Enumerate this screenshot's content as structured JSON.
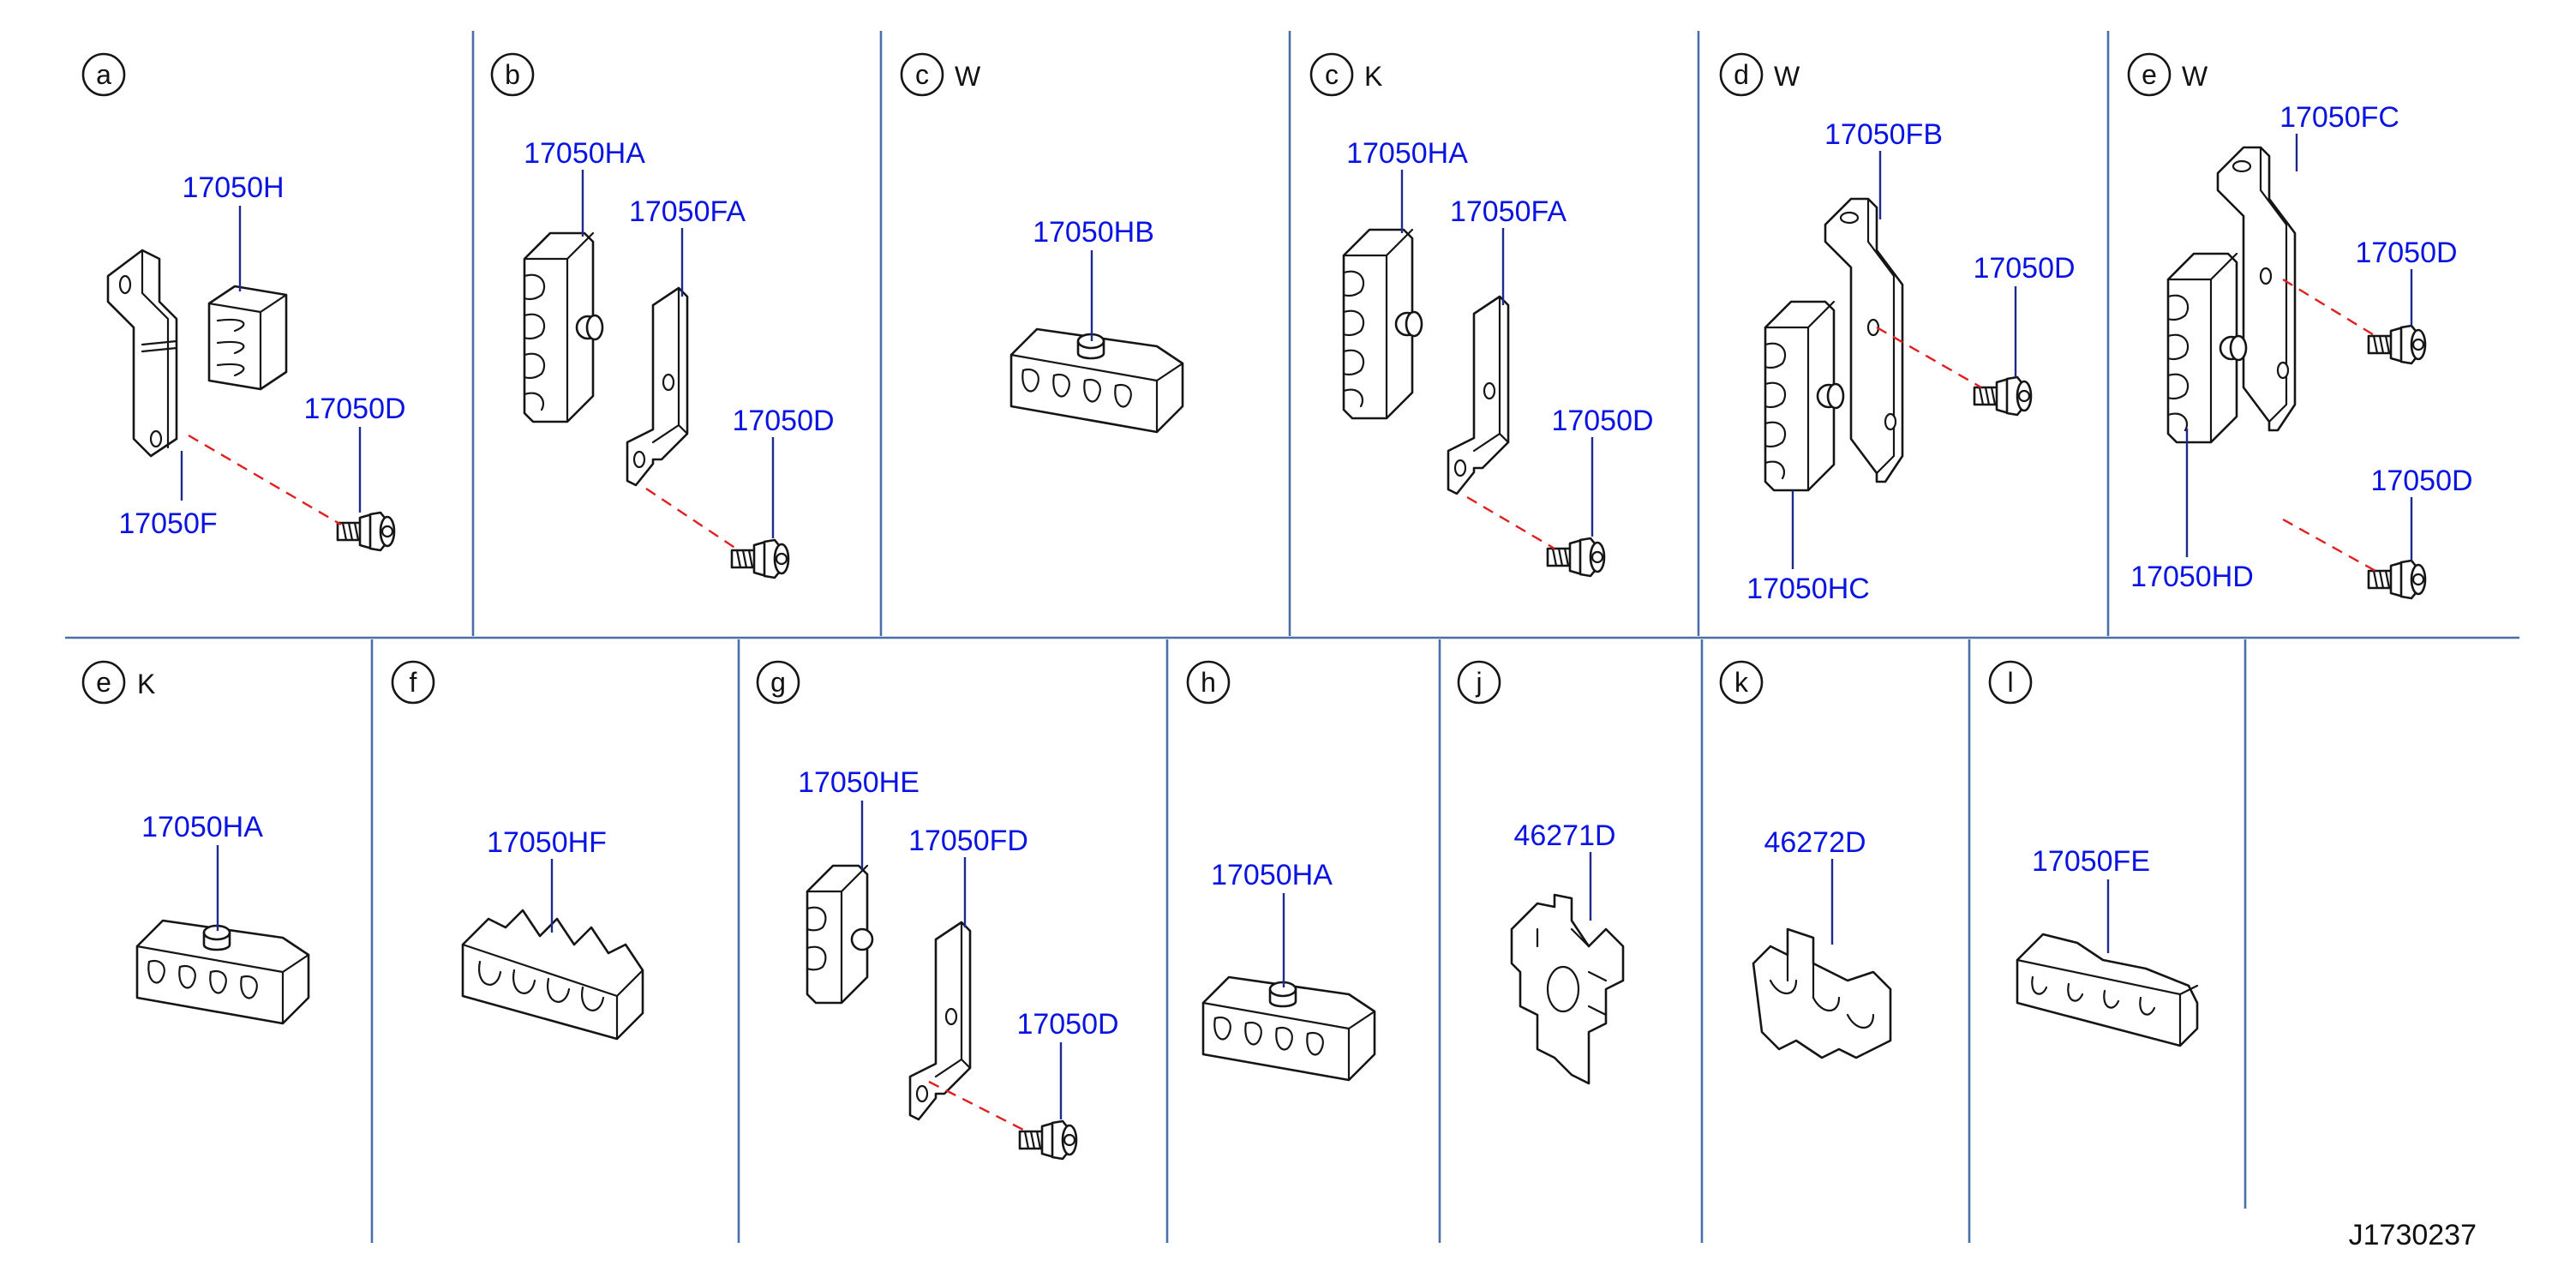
{
  "figure": {
    "reference_code": "J1730237"
  },
  "colors": {
    "label_blue": "#0a14e0",
    "divider_blue": "#4a6ea8",
    "dash_red": "#e02020",
    "line_black": "#151515"
  },
  "panels": [
    {
      "id": "a",
      "letter": "a",
      "variant": "",
      "labels": [
        "17050H",
        "17050D",
        "17050F"
      ]
    },
    {
      "id": "b",
      "letter": "b",
      "variant": "",
      "labels": [
        "17050HA",
        "17050FA",
        "17050D"
      ]
    },
    {
      "id": "cW",
      "letter": "c",
      "variant": "W",
      "labels": [
        "17050HB"
      ]
    },
    {
      "id": "cK",
      "letter": "c",
      "variant": "K",
      "labels": [
        "17050HA",
        "17050FA",
        "17050D"
      ]
    },
    {
      "id": "dW",
      "letter": "d",
      "variant": "W",
      "labels": [
        "17050FB",
        "17050D",
        "17050HC"
      ]
    },
    {
      "id": "eW",
      "letter": "e",
      "variant": "W",
      "labels": [
        "17050FC",
        "17050D",
        "17050D",
        "17050HD"
      ]
    },
    {
      "id": "eK",
      "letter": "e",
      "variant": "K",
      "labels": [
        "17050HA"
      ]
    },
    {
      "id": "f",
      "letter": "f",
      "variant": "",
      "labels": [
        "17050HF"
      ]
    },
    {
      "id": "g",
      "letter": "g",
      "variant": "",
      "labels": [
        "17050HE",
        "17050FD",
        "17050D"
      ]
    },
    {
      "id": "h",
      "letter": "h",
      "variant": "",
      "labels": [
        "17050HA"
      ]
    },
    {
      "id": "j",
      "letter": "j",
      "variant": "",
      "labels": [
        "46271D"
      ]
    },
    {
      "id": "k",
      "letter": "k",
      "variant": "",
      "labels": [
        "46272D"
      ]
    },
    {
      "id": "l",
      "letter": "l",
      "variant": "",
      "labels": [
        "17050FE"
      ]
    }
  ]
}
